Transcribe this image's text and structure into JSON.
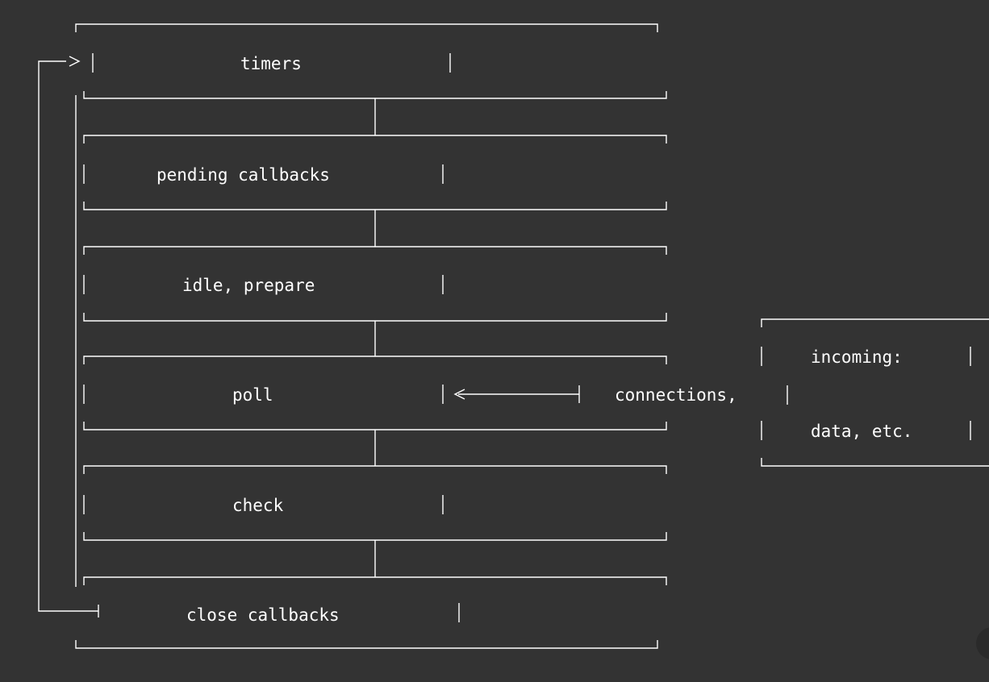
{
  "diagram": {
    "phases": [
      {
        "id": "timers",
        "label": "timers"
      },
      {
        "id": "pending-callbacks",
        "label": "pending callbacks"
      },
      {
        "id": "idle-prepare",
        "label": "idle, prepare"
      },
      {
        "id": "poll",
        "label": "poll"
      },
      {
        "id": "check",
        "label": "check"
      },
      {
        "id": "close-callbacks",
        "label": "close callbacks"
      }
    ],
    "incoming": {
      "line1": "incoming:",
      "line2": "connections,",
      "line3": "data, etc."
    },
    "colors": {
      "background": "#333333",
      "foreground": "#ffffff"
    }
  }
}
